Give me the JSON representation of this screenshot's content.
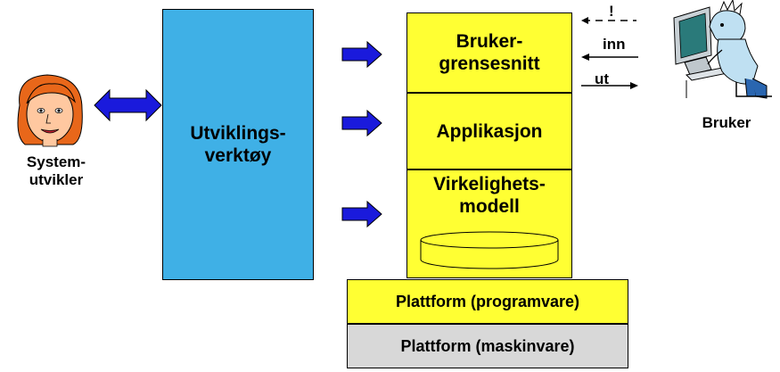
{
  "developer": {
    "label_line1": "System-",
    "label_line2": "utvikler"
  },
  "tools": {
    "label_line1": "Utviklings-",
    "label_line2": "verktøy"
  },
  "stack": {
    "ui": {
      "label_line1": "Bruker-",
      "label_line2": "grensesnitt"
    },
    "application": {
      "label": "Applikasjon"
    },
    "model": {
      "label_line1": "Virkelighets-",
      "label_line2": "modell"
    },
    "platform_software": {
      "label": "Plattform (programvare)"
    },
    "platform_hardware": {
      "label": "Plattform (maskinvare)"
    }
  },
  "io": {
    "alert": "!",
    "in": "inn",
    "out": "ut"
  },
  "user": {
    "label": "Bruker"
  },
  "colors": {
    "stack_fill": "#ffff33",
    "tools_fill": "#3fb0e6",
    "hardware_fill": "#d8d8d8",
    "arrow_fill": "#1a1adc"
  }
}
